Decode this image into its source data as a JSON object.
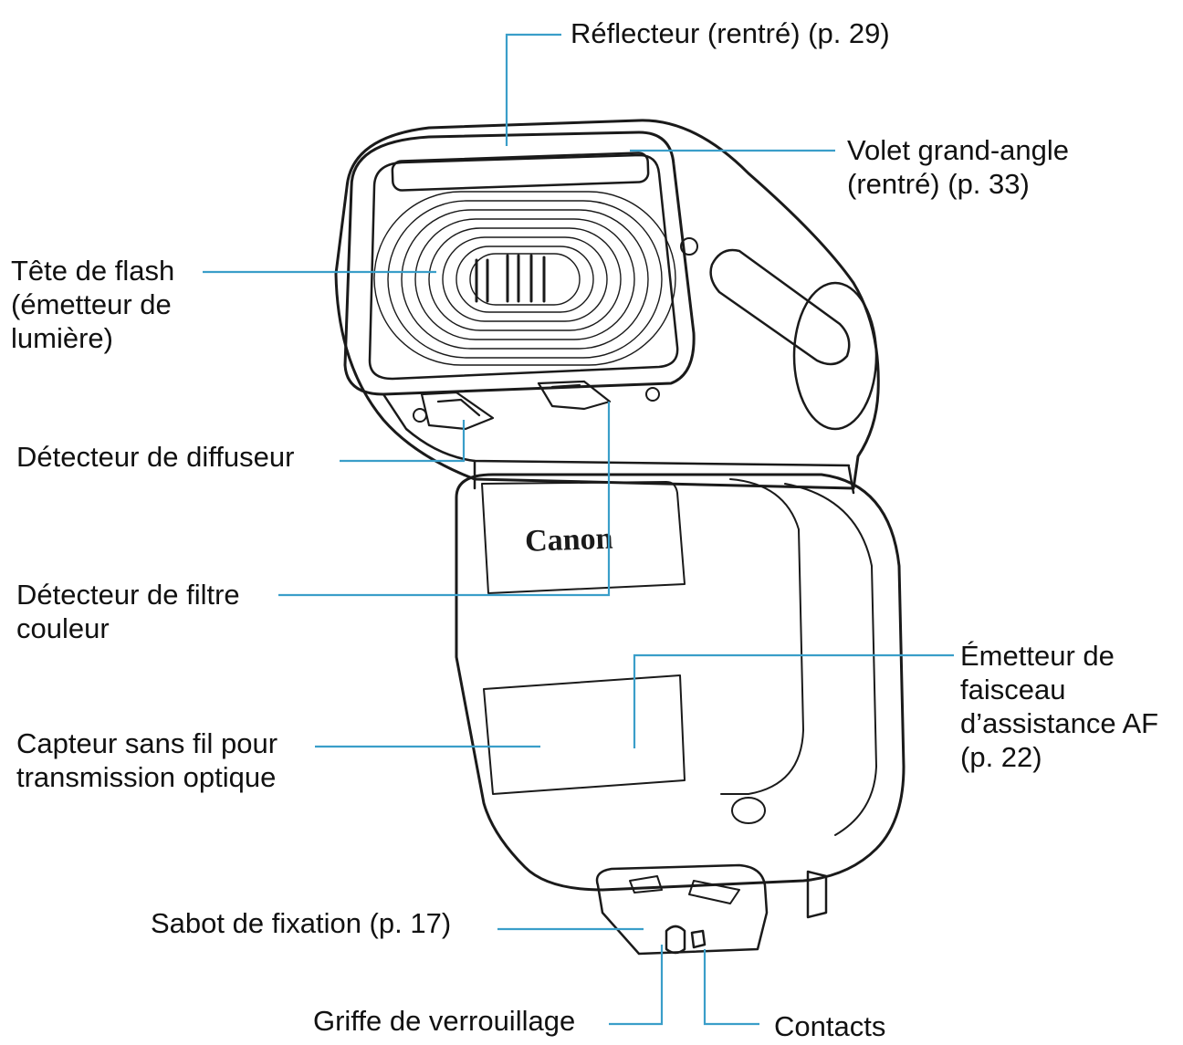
{
  "labels": {
    "reflecteur": "Réflecteur (rentré) (p. 29)",
    "volet": [
      "Volet grand-angle",
      "(rentré) (p. 33)"
    ],
    "tete": [
      "Tête de flash",
      "(émetteur de",
      "lumière)"
    ],
    "diffuseur": "Détecteur de diffuseur",
    "filtre": [
      "Détecteur de filtre",
      "couleur"
    ],
    "emetteur_af": [
      "Émetteur de",
      "faisceau",
      "d’assistance AF",
      "(p. 22)"
    ],
    "capteur": [
      "Capteur sans fil pour",
      "transmission optique"
    ],
    "sabot": "Sabot de fixation (p. 17)",
    "griffe": "Griffe de verrouillage",
    "contacts": "Contacts"
  },
  "logo": "Canon",
  "colors": {
    "leader": "#3a9ec9",
    "ink": "#1a1a1a",
    "text": "#111111"
  }
}
